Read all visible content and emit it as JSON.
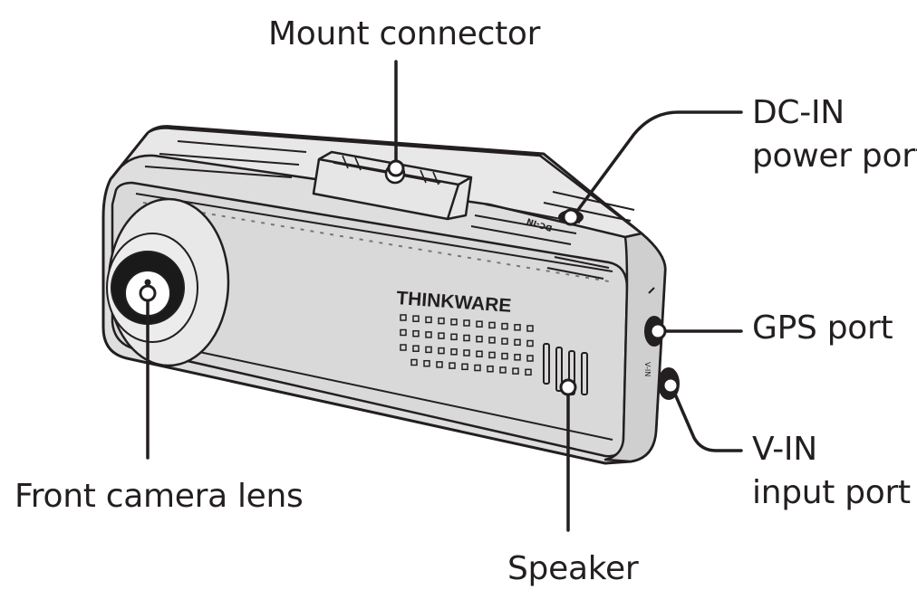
{
  "labels": {
    "mount_connector": "Mount connector",
    "dc_in_line1": "DC-IN",
    "dc_in_line2": "power port",
    "gps_port": "GPS port",
    "v_in_line1": "V-IN",
    "v_in_line2": "input port",
    "front_camera_lens": "Front camera lens",
    "speaker": "Speaker"
  },
  "device": {
    "brand": "THINKWARE",
    "dc_in_marking": "DC-IN",
    "v_in_marking": "V-IN"
  },
  "colors": {
    "line": "#231f20",
    "body": "#dcdcdc",
    "body_shadow": "#c6c6c6",
    "lens": "#1a1a1a"
  }
}
